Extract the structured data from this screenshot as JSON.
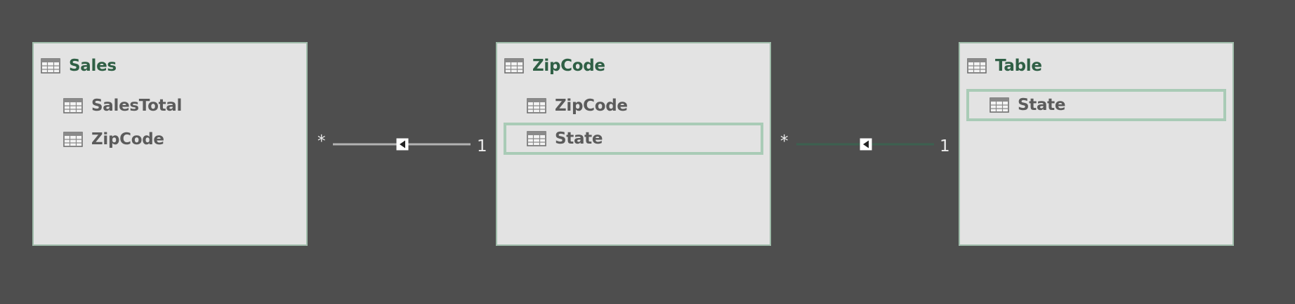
{
  "tables": [
    {
      "name": "Sales",
      "fields": [
        {
          "label": "SalesTotal",
          "selected": false
        },
        {
          "label": "ZipCode",
          "selected": false
        }
      ]
    },
    {
      "name": "ZipCode",
      "fields": [
        {
          "label": "ZipCode",
          "selected": false
        },
        {
          "label": "State",
          "selected": true
        }
      ]
    },
    {
      "name": "Table",
      "fields": [
        {
          "label": "State",
          "selected": true
        }
      ]
    }
  ],
  "relationships": [
    {
      "from": "Sales",
      "to": "ZipCode",
      "from_cardinality": "*",
      "to_cardinality": "1",
      "highlighted": false
    },
    {
      "from": "ZipCode",
      "to": "Table",
      "from_cardinality": "*",
      "to_cardinality": "1",
      "highlighted": true
    }
  ],
  "icons": {
    "table_header": "table-icon",
    "field": "table-icon",
    "relationship_direction": "filter-direction-icon"
  },
  "colors": {
    "background": "#4e4e4e",
    "card_background": "#e3e3e3",
    "card_border": "#9fbcaa",
    "title_text": "#2f5f45",
    "field_text": "#5b5b5b",
    "selection_border": "#a9cbb6",
    "relationship_line": "#b3b3b3",
    "relationship_line_highlight": "#3c6150"
  }
}
